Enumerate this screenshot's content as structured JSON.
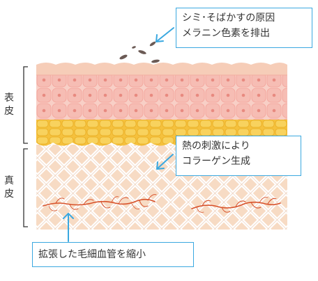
{
  "side_labels": {
    "epidermis": [
      "表",
      "皮"
    ],
    "dermis": [
      "真",
      "皮"
    ]
  },
  "callouts": {
    "melanin": {
      "line1": "シミ･そばかすの原因",
      "line2": "メラニン色素を排出"
    },
    "collagen": {
      "line1": "熱の刺激により",
      "line2": "コラーゲン生成"
    },
    "vessels": {
      "line1": "拡張した毛細血管を縮小"
    }
  },
  "colors": {
    "callout_border": "#3aa8e0",
    "arrow": "#3aa8e0",
    "skin_surface": "#f5c9b3",
    "epidermis_cells": "#f4b6b0",
    "fat_layer": "#f6c545",
    "dermis_bg": "#f7dcc6",
    "collagen_fibers": "#ffffff",
    "vessels": "#d8532c"
  }
}
